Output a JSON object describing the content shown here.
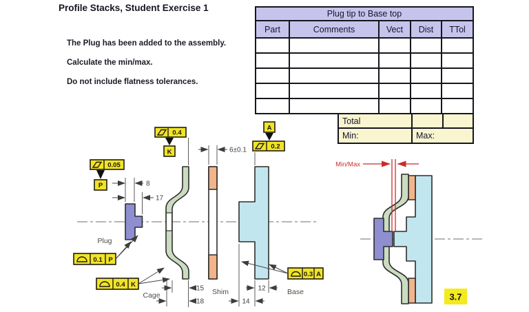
{
  "title": "Profile Stacks, Student Exercise 1",
  "instructions": [
    "The Plug has been added to the assembly.",
    "Calculate the min/max.",
    "Do not include flatness tolerances."
  ],
  "table": {
    "title": "Plug tip to Base top",
    "columns": [
      "Part",
      "Comments",
      "Vect",
      "Dist",
      "TTol"
    ],
    "empty_rows": 5,
    "total_label": "Total",
    "min_label": "Min:",
    "max_label": "Max:"
  },
  "drawing": {
    "part_labels": {
      "plug": "Plug",
      "cage": "Cage",
      "shim": "Shim",
      "base": "Base"
    },
    "dims": {
      "plug_thickness": "8",
      "plug_depth": "17",
      "shim_thickness": "6±0.1",
      "cage_inner_depth": "15",
      "cage_depth": "18",
      "base_boss": "12",
      "base_step": "14"
    },
    "fcf": {
      "plug_flatness": "0.05",
      "plug_datum": "P",
      "cage_flatness": "0.4",
      "cage_datum": "K",
      "base_flatness": "0.2",
      "base_datum": "A",
      "plug_profile": "0.1",
      "plug_profile_ref": "P",
      "cage_profile": "0.4",
      "cage_profile_ref": "K",
      "base_profile": "0.3",
      "base_profile_ref": "A"
    },
    "minmax_label": "Min/Max",
    "page_number": "3.7"
  },
  "colors": {
    "fcf_yellow": "#f2e327",
    "table_header": "#c6c4ec",
    "table_total_bg": "#f8f5d0",
    "plug": "#8e8ed0",
    "cage": "#cbdcc0",
    "shim": "#f2b48a",
    "base": "#c2e6ee",
    "red": "#cb2b2b"
  }
}
